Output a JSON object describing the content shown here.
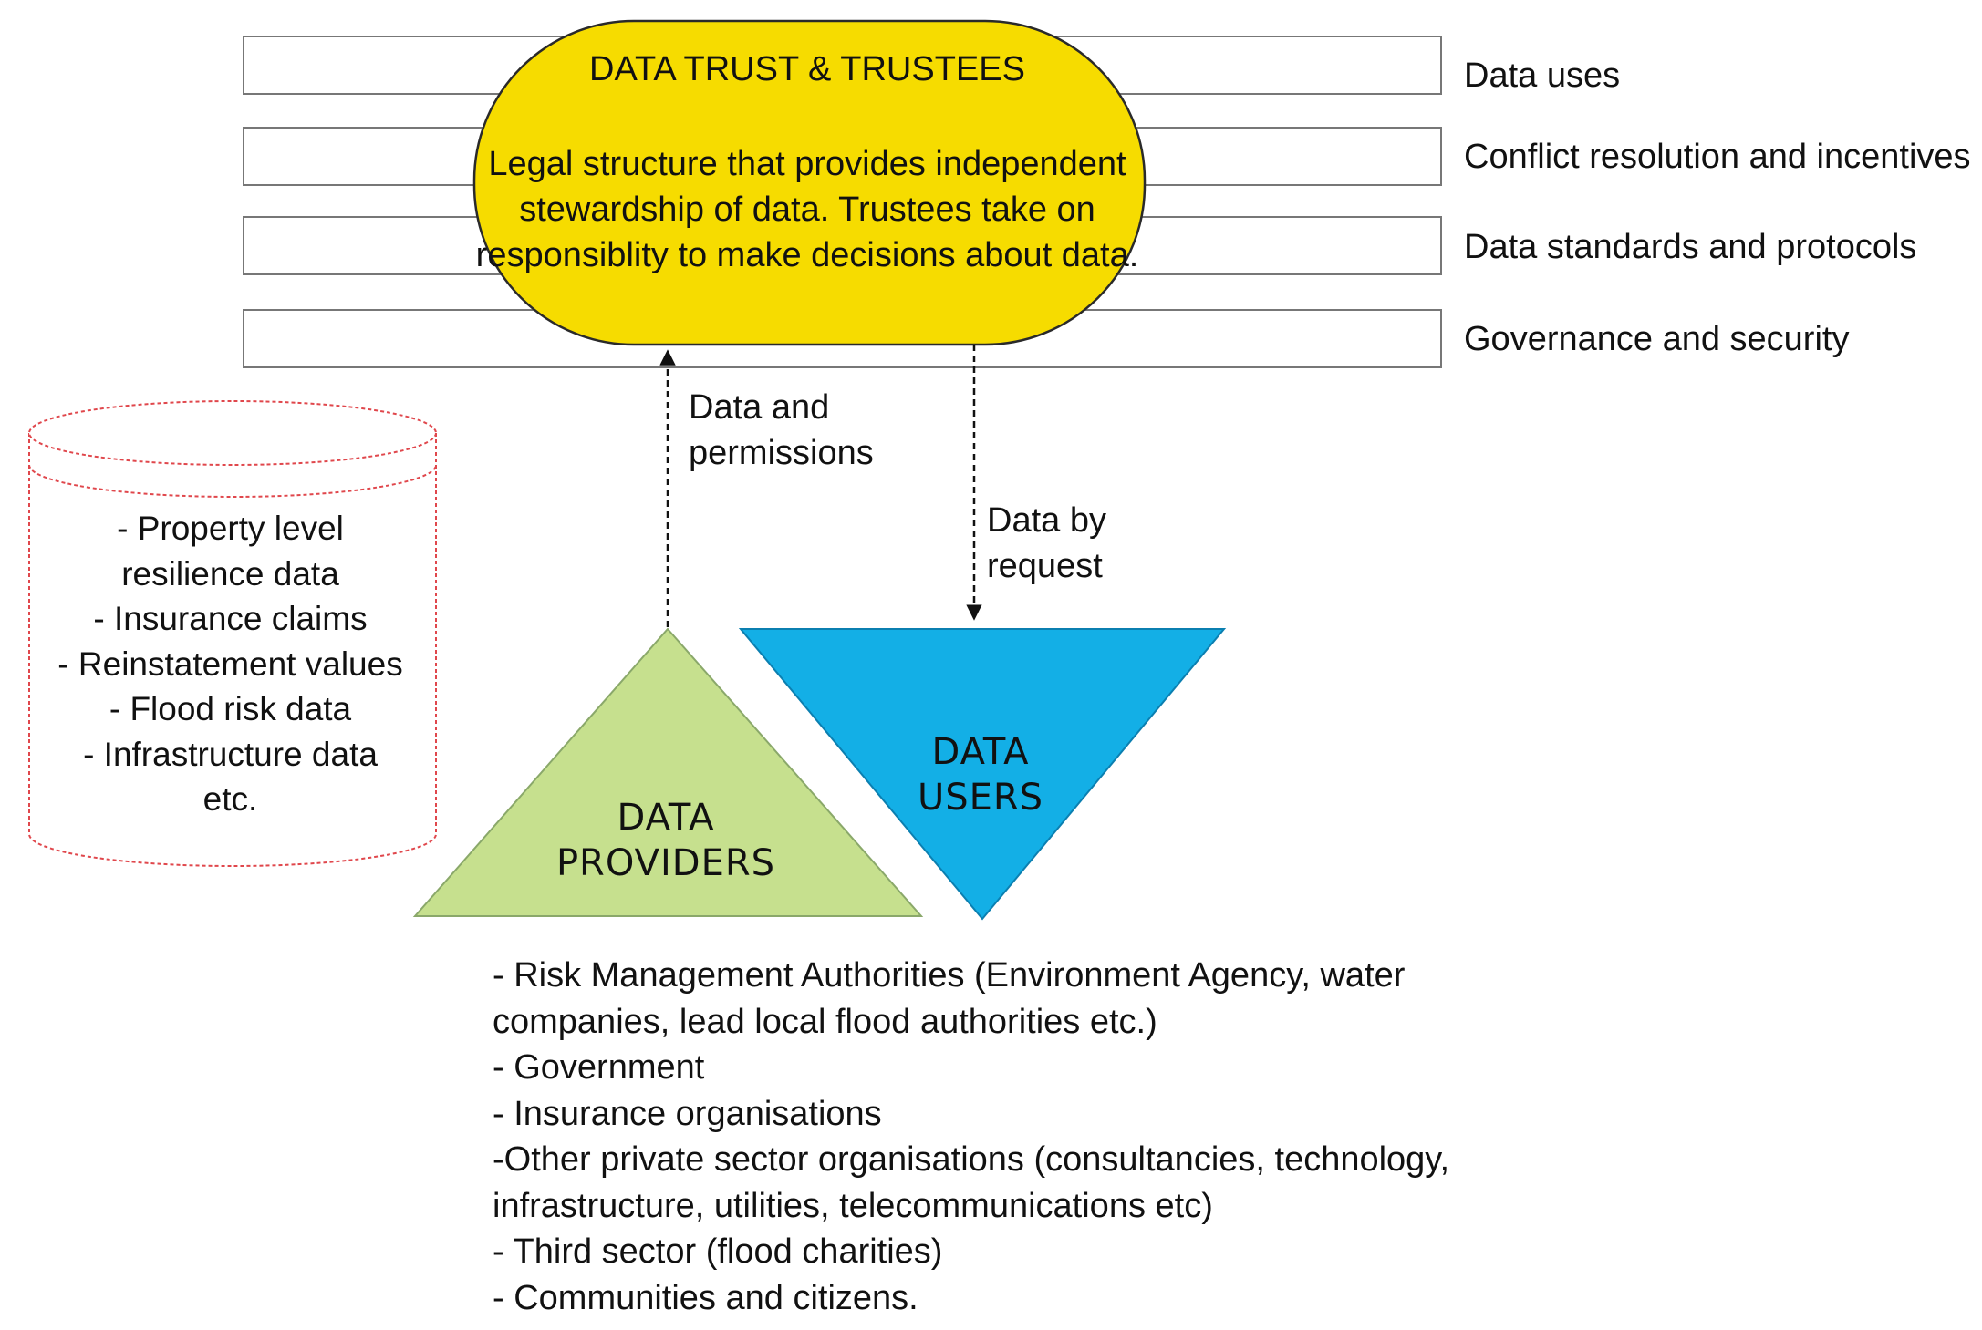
{
  "trust": {
    "title": "DATA TRUST & TRUSTEES",
    "description": "Legal structure that provides independent stewardship of data. Trustees take on responsiblity to make decisions about data.",
    "color": "#f6dc00"
  },
  "layers": [
    "Data uses",
    "Conflict resolution and incentives",
    "Data standards and protocols",
    "Governance and security"
  ],
  "flows": {
    "up_label": "Data and permissions",
    "down_label": "Data by request"
  },
  "database": {
    "items": [
      "- Property level resilience data",
      "- Insurance claims",
      "- Reinstatement values",
      "- Flood risk data",
      "- Infrastructure data etc."
    ],
    "border_color": "#e0474c"
  },
  "providers": {
    "label": "DATA PROVIDERS",
    "color": "#c6e08e"
  },
  "users": {
    "label": "DATA USERS",
    "color": "#13afe6"
  },
  "provider_list": [
    "- Risk Management Authorities (Environment Agency, water",
    "companies, lead local flood authorities etc.)",
    "- Government",
    "- Insurance organisations",
    "-Other private sector organisations (consultancies, technology,",
    "infrastructure, utilities, telecommunications etc)",
    "- Third sector (flood charities)",
    "- Communities and citizens."
  ]
}
